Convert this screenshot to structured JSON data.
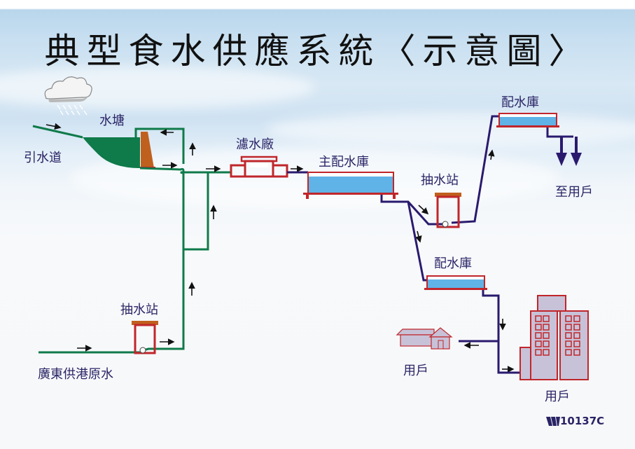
{
  "title": "典型食水供應系統〈示意圖〉",
  "labels": {
    "pond": "水塘",
    "intake": "引水道",
    "treatment_works": "濾水廠",
    "main_reservoir": "主配水庫",
    "pumping_station_upper": "抽水站",
    "service_reservoir_upper": "配水庫",
    "to_consumers": "至用戶",
    "service_reservoir_lower": "配水庫",
    "pumping_station_lower": "抽水站",
    "dongjiang_water": "廣東供港原水",
    "consumer_house": "用戶",
    "consumer_building": "用戶"
  },
  "footer": {
    "code": "10137C"
  },
  "colors": {
    "raw_water_pipe": "#0f7a4a",
    "treated_water_pipe": "#2a1a6e",
    "structure_red": "#c0262b",
    "dam_orange": "#c0601e",
    "water_blue": "#5fb3e6",
    "building_fill": "#c8c2d8",
    "label_text": "#2a2466"
  },
  "icons": {
    "cloud": "rain-cloud-icon",
    "logo": "wsd-logo-icon"
  }
}
